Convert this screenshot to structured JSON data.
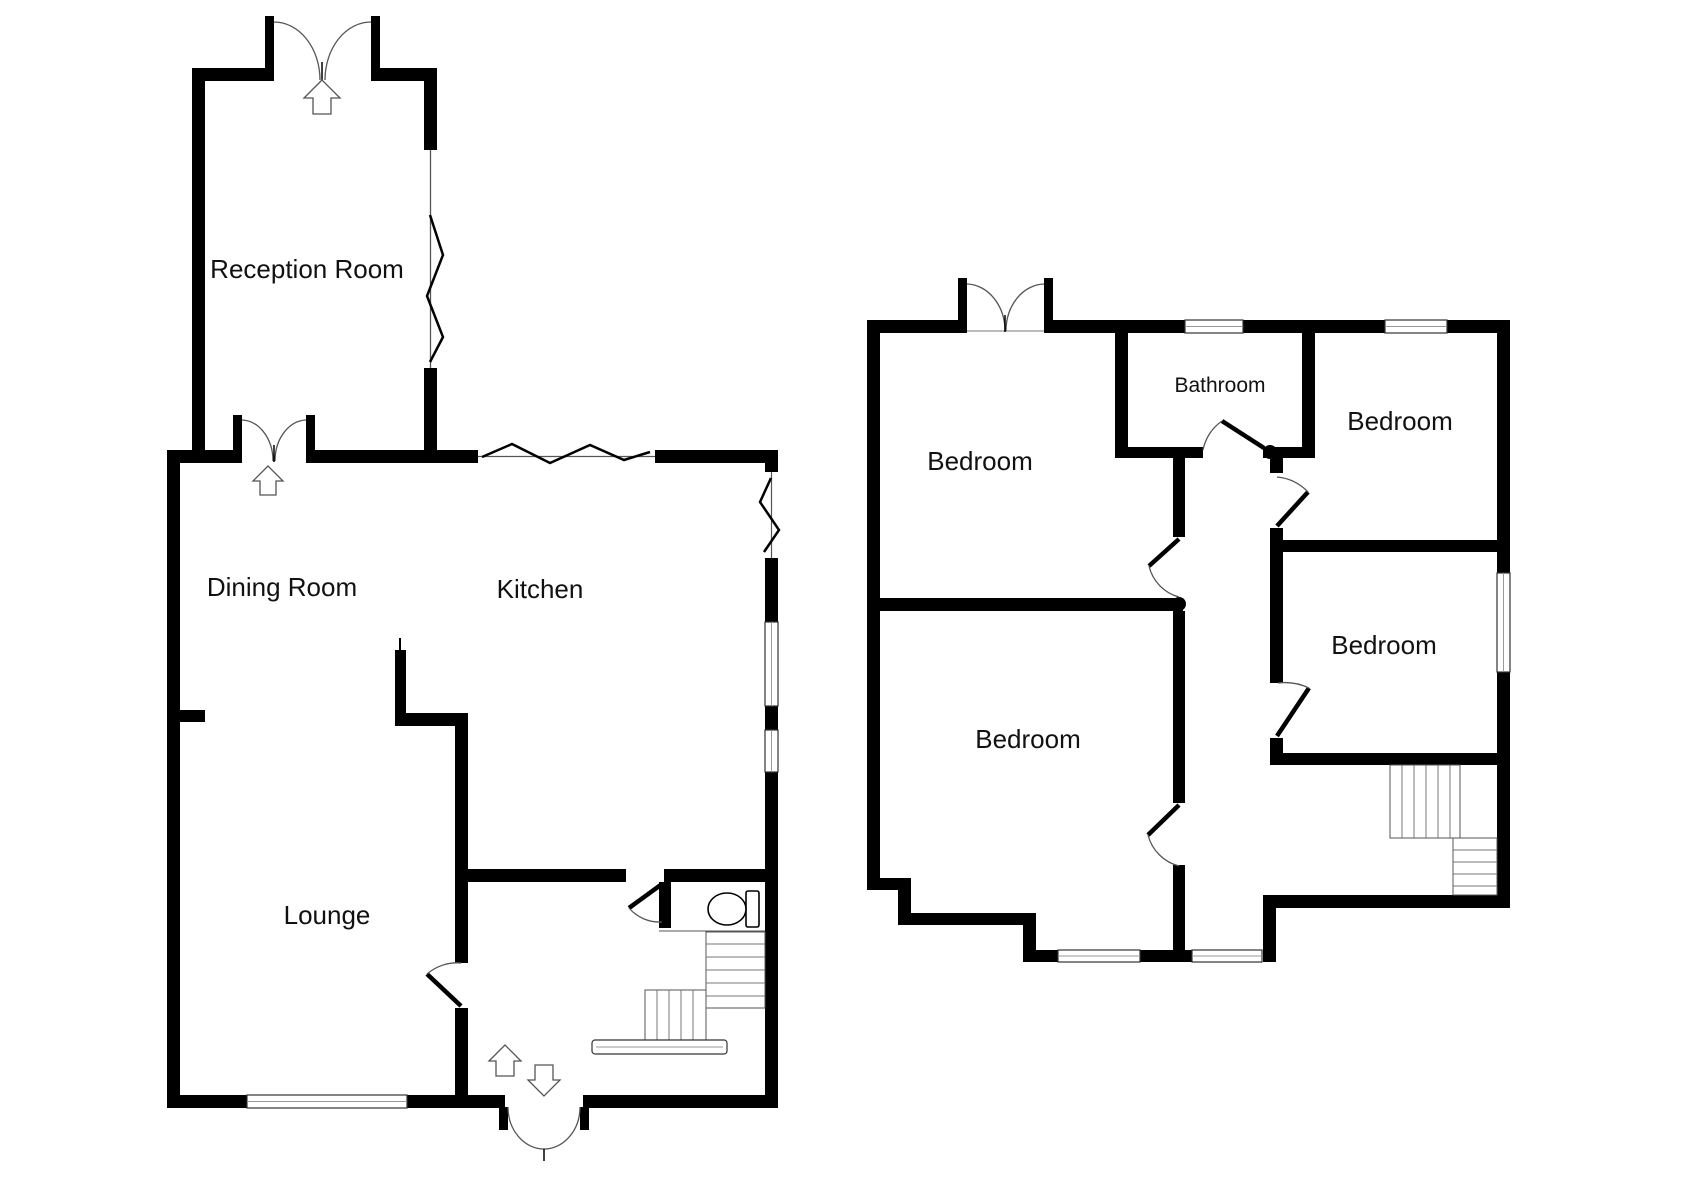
{
  "colors": {
    "background": "#ffffff",
    "wall": "#000000",
    "text": "#111111",
    "door_arc": "#555555",
    "window_line": "#999999",
    "stair_tread": "#777777"
  },
  "floors": {
    "ground": {
      "rooms": {
        "reception": "Reception Room",
        "dining": "Dining Room",
        "kitchen": "Kitchen",
        "lounge": "Lounge"
      }
    },
    "first": {
      "rooms": {
        "bedroom_top_left": "Bedroom",
        "bathroom": "Bathroom",
        "bedroom_top_right": "Bedroom",
        "bedroom_mid_right": "Bedroom",
        "bedroom_bottom_left": "Bedroom"
      }
    }
  },
  "icons": {
    "toilet": "toilet-icon",
    "entry_arrow_up": "arrow-up-icon",
    "entry_arrow_down": "arrow-down-icon",
    "door_swing": "door-arc-icon",
    "window_break": "zigzag-break-icon"
  }
}
